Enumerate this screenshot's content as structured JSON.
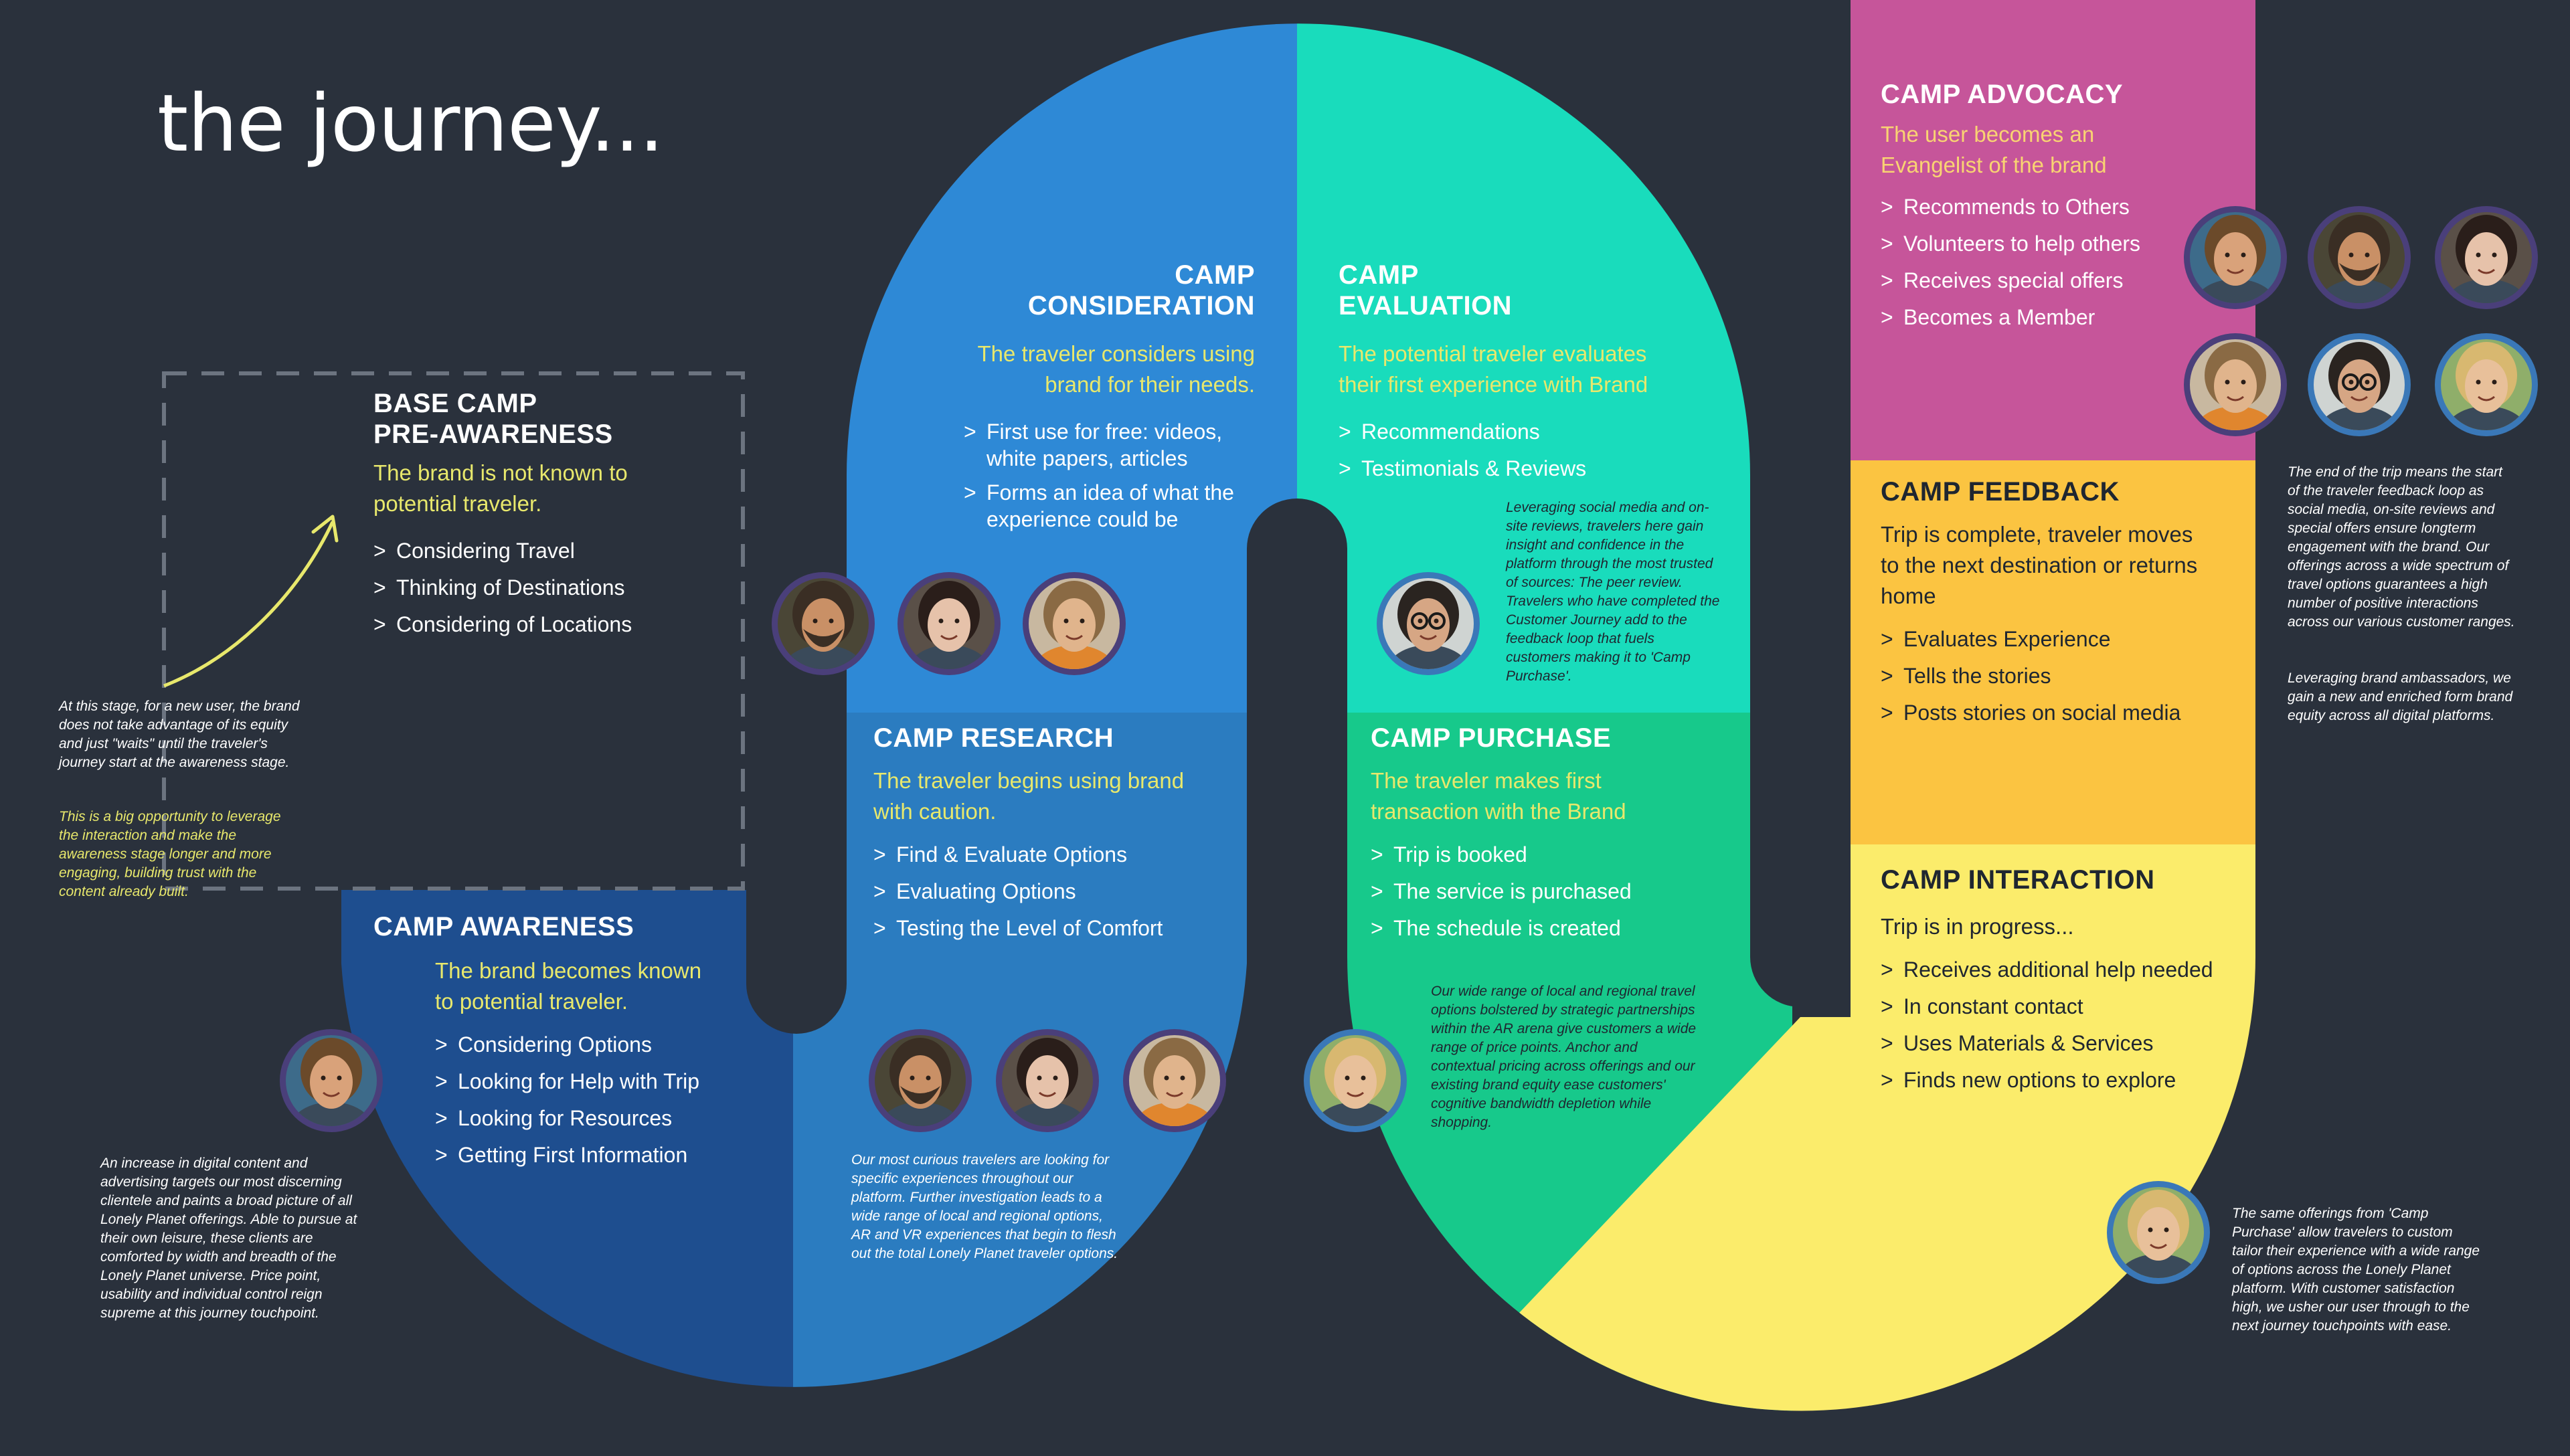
{
  "page": {
    "title": "the journey..."
  },
  "colors": {
    "background": "#2a313c",
    "awareness": "#1e4e8f",
    "research": "#2b7cc0",
    "consideration": "#2e89d6",
    "evaluation": "#19dcbc",
    "purchase": "#17c98b",
    "interaction": "#fbec6b",
    "feedback": "#fbc441",
    "advocacy": "#c6559a",
    "accent_text": "#e8e86c"
  },
  "camps": {
    "base": {
      "title_line1": "BASE CAMP",
      "title_line2": "PRE-AWARENESS",
      "subtitle": "The brand is not known to potential traveler.",
      "items": [
        "Considering Travel",
        "Thinking of Destinations",
        "Considering of Locations"
      ],
      "note": "At this stage, for a new user, the brand does not take advantage of its equity and just \"waits\" until the traveler's journey start at the awareness stage.",
      "note_highlight": "This is a big opportunity to leverage the interaction and make the awareness stage longer and more engaging, building trust with the content already built."
    },
    "awareness": {
      "title": "CAMP AWARENESS",
      "subtitle": "The brand becomes known to potential traveler.",
      "items": [
        "Considering Options",
        "Looking for Help with Trip",
        "Looking for Resources",
        "Getting First Information"
      ],
      "note": "An increase in digital content and advertising targets our most discerning clientele and paints a broad picture of all Lonely Planet offerings. Able to pursue at their own leisure, these clients are comforted by width and breadth of the Lonely Planet universe. Price point, usability and individual control reign supreme at this journey touchpoint."
    },
    "consideration": {
      "title_line1": "CAMP",
      "title_line2": "CONSIDERATION",
      "subtitle": "The traveler considers using brand for their needs.",
      "items": [
        "First use for free: videos, white papers, articles",
        "Forms an idea of what the experience could be"
      ]
    },
    "research": {
      "title": "CAMP RESEARCH",
      "subtitle": "The traveler begins using brand with caution.",
      "items": [
        "Find & Evaluate Options",
        "Evaluating Options",
        "Testing the Level of Comfort"
      ],
      "note": "Our most curious travelers are looking for specific experiences throughout our platform. Further investigation leads to a wide range of local and regional options, AR and VR experiences that begin to flesh out the total Lonely Planet traveler options."
    },
    "evaluation": {
      "title_line1": "CAMP",
      "title_line2": "EVALUATION",
      "subtitle": "The potential traveler evaluates their first experience with Brand",
      "items": [
        "Recommendations",
        "Testimonials & Reviews"
      ],
      "note": "Leveraging social media and on-site reviews, travelers here gain insight and confidence in the platform through the most trusted of sources: The peer review. Travelers who have completed the Customer Journey add to the feedback loop that fuels customers making it to 'Camp Purchase'."
    },
    "purchase": {
      "title": "CAMP PURCHASE",
      "subtitle": "The traveler makes first transaction with the Brand",
      "items": [
        "Trip is booked",
        "The service is purchased",
        "The schedule is created"
      ],
      "note": "Our wide range of local and regional travel options bolstered by strategic partnerships within the AR arena give customers a wide range of price points. Anchor and contextual pricing across offerings and our existing brand equity ease customers' cognitive bandwidth depletion while shopping."
    },
    "interaction": {
      "title": "CAMP INTERACTION",
      "subtitle": "Trip is in progress...",
      "items": [
        "Receives additional help needed",
        "In constant contact",
        "Uses Materials & Services",
        "Finds new options to explore"
      ],
      "note": "The same offerings from 'Camp Purchase' allow travelers to custom tailor their experience with a wide range of options across the Lonely Planet platform. With customer satisfaction high, we usher our user through to the next journey touchpoints with ease."
    },
    "feedback": {
      "title": "CAMP FEEDBACK",
      "subtitle": "Trip is complete, traveler moves to the next destination or returns home",
      "items": [
        "Evaluates Experience",
        "Tells the stories",
        "Posts stories on social media"
      ]
    },
    "advocacy": {
      "title": "CAMP ADVOCACY",
      "subtitle": "The user becomes an Evangelist of the brand",
      "items": [
        "Recommends to Others",
        "Volunteers to help others",
        "Receives special offers",
        "Becomes a Member"
      ],
      "note": "The end of the trip means the start of the traveler feedback loop as social media, on-site reviews and special offers ensure longterm engagement with the brand. Our offerings across a wide spectrum of travel options guarantees a high number of positive interactions across our various customer ranges.",
      "note2": "Leveraging brand ambassadors, we gain a new and enriched form brand equity across all digital platforms."
    }
  },
  "avatars": {
    "woman_smiling": {
      "icon": "woman-smiling-avatar-icon",
      "ring": "#4a3f7a",
      "bg": "#3d6b8a",
      "skin": "#d9a27a",
      "hair": "#6b4a2a"
    },
    "man_beard": {
      "icon": "bearded-man-avatar-icon",
      "ring": "#4a3f7a",
      "bg": "#4a4636",
      "skin": "#c99066",
      "hair": "#3a2e24"
    },
    "woman_dark_hair": {
      "icon": "dark-haired-woman-avatar-icon",
      "ring": "#4a3f7a",
      "bg": "#5a5048",
      "skin": "#e6c2aa",
      "hair": "#2a1e1a"
    },
    "woman_orange": {
      "icon": "woman-orange-sweater-avatar-icon",
      "ring": "#4a3f7a",
      "bg": "#c8b8a0",
      "skin": "#e0b48c",
      "hair": "#8a6a44",
      "shirt": "#e0862e"
    },
    "man_glasses": {
      "icon": "man-with-glasses-avatar-icon",
      "ring": "#3a78b8",
      "bg": "#cfd4d2",
      "skin": "#d6a684",
      "hair": "#2a2420"
    },
    "woman_blonde": {
      "icon": "blonde-woman-avatar-icon",
      "ring": "#3a78b8",
      "bg": "#8fae6a",
      "skin": "#e8c09a",
      "hair": "#d8b870"
    }
  }
}
